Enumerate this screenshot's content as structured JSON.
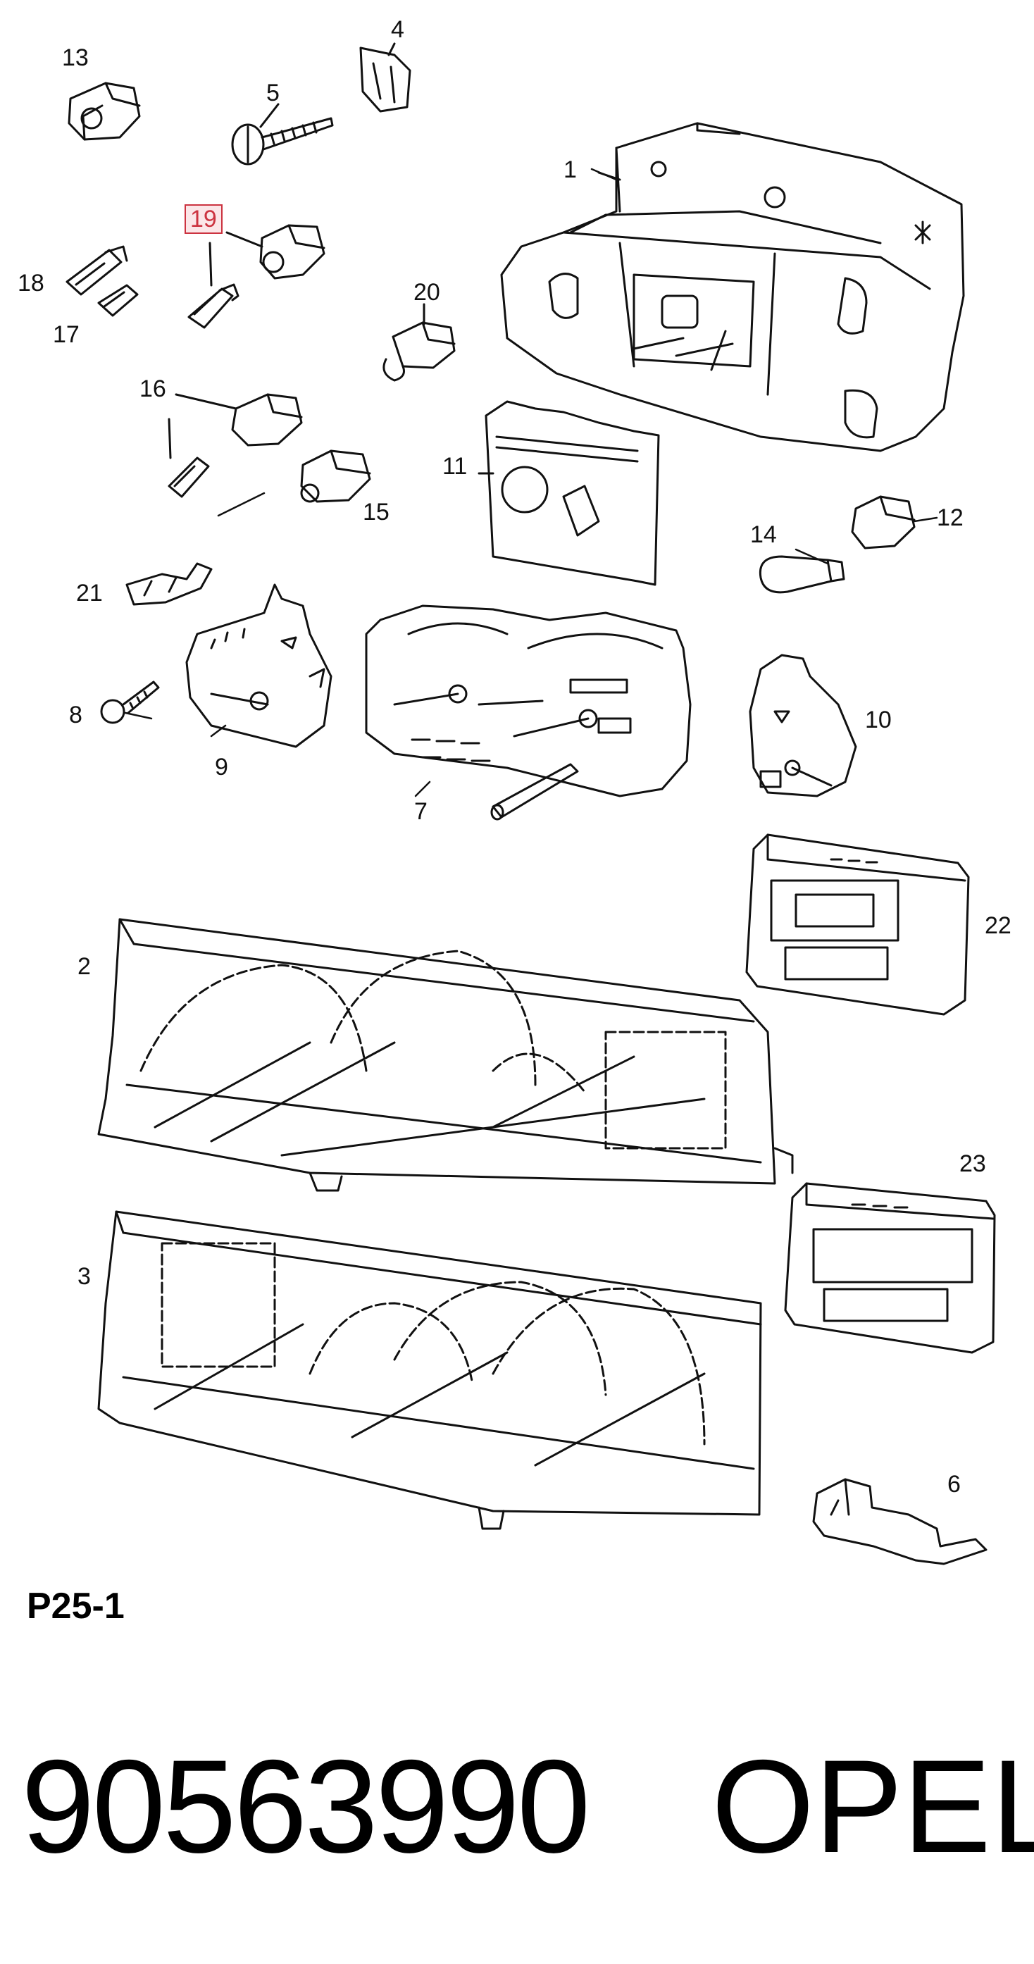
{
  "callouts": [
    {
      "id": "1",
      "label": "1"
    },
    {
      "id": "2",
      "label": "2"
    },
    {
      "id": "3",
      "label": "3"
    },
    {
      "id": "4",
      "label": "4"
    },
    {
      "id": "5",
      "label": "5"
    },
    {
      "id": "6",
      "label": "6"
    },
    {
      "id": "7",
      "label": "7"
    },
    {
      "id": "8",
      "label": "8"
    },
    {
      "id": "9",
      "label": "9"
    },
    {
      "id": "10",
      "label": "10"
    },
    {
      "id": "11",
      "label": "11"
    },
    {
      "id": "12",
      "label": "12"
    },
    {
      "id": "13",
      "label": "13"
    },
    {
      "id": "14",
      "label": "14"
    },
    {
      "id": "15",
      "label": "15"
    },
    {
      "id": "16",
      "label": "16"
    },
    {
      "id": "17",
      "label": "17"
    },
    {
      "id": "18",
      "label": "18"
    },
    {
      "id": "19",
      "label": "19",
      "highlighted": true
    },
    {
      "id": "20",
      "label": "20"
    },
    {
      "id": "21",
      "label": "21"
    },
    {
      "id": "22",
      "label": "22"
    },
    {
      "id": "23",
      "label": "23"
    }
  ],
  "page_ref": "P25-1",
  "part_number": "90563990",
  "brand": "OPEL",
  "colors": {
    "highlight": "#cc3340",
    "highlight_bg": "#fbe6e8",
    "line": "#111111"
  }
}
